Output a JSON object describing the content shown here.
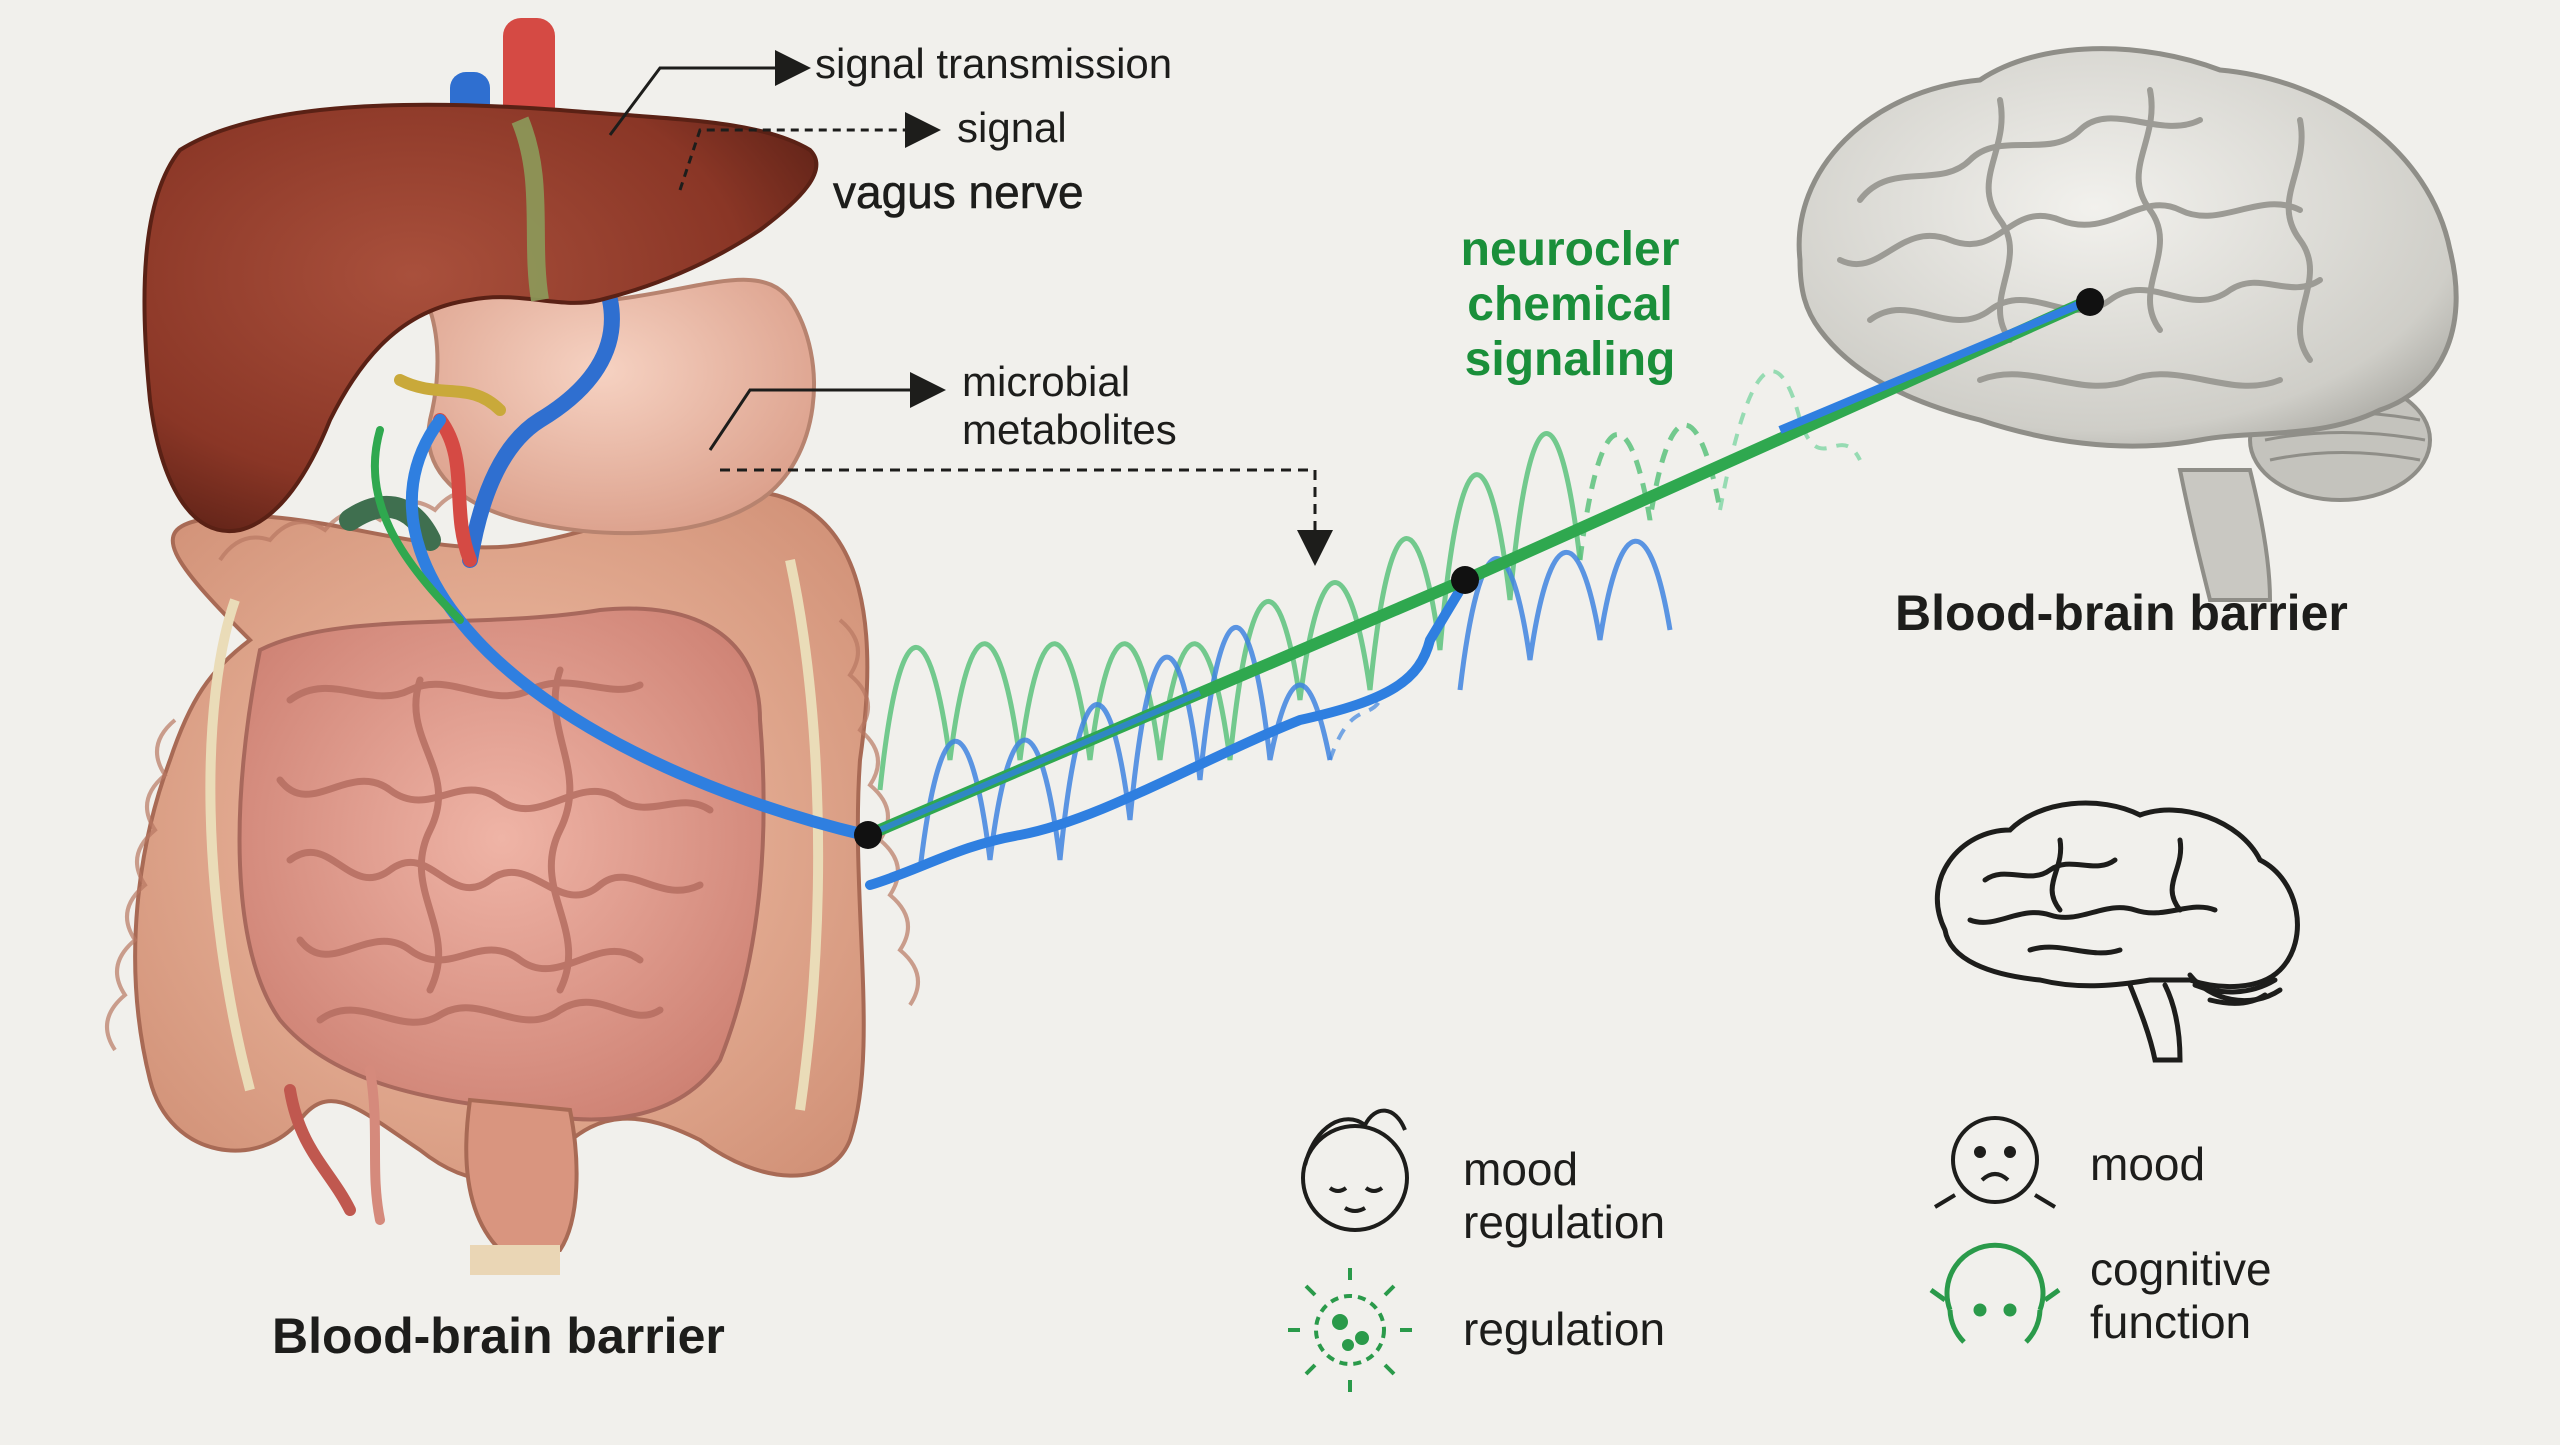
{
  "labels": {
    "signal_transmission": "signal  transmission",
    "signal": "signal",
    "vagus_nerve": "vagus nerve",
    "microbial_line1": "microbial",
    "microbial_line2": "metabolites",
    "neuro_line1": "neurocler",
    "neuro_line2": "chemical",
    "neuro_line3": "signaling",
    "bbb_right": "Blood-brain barrier",
    "bbb_left": "Blood-brain barrier"
  },
  "legend": {
    "mood_regulation_line1": "mood",
    "mood_regulation_line2": "regulation",
    "regulation": "regulation",
    "mood": "mood",
    "cognitive_line1": "cognitive",
    "cognitive_line2": "function"
  },
  "colors": {
    "background": "#f1f0ec",
    "blue_path": "#2f7fe0",
    "green_path": "#2fa84f",
    "green_text": "#1a8f3a",
    "liver": "#8f3a2a",
    "intestine": "#e3a295",
    "brain": "#d6d5d0"
  }
}
